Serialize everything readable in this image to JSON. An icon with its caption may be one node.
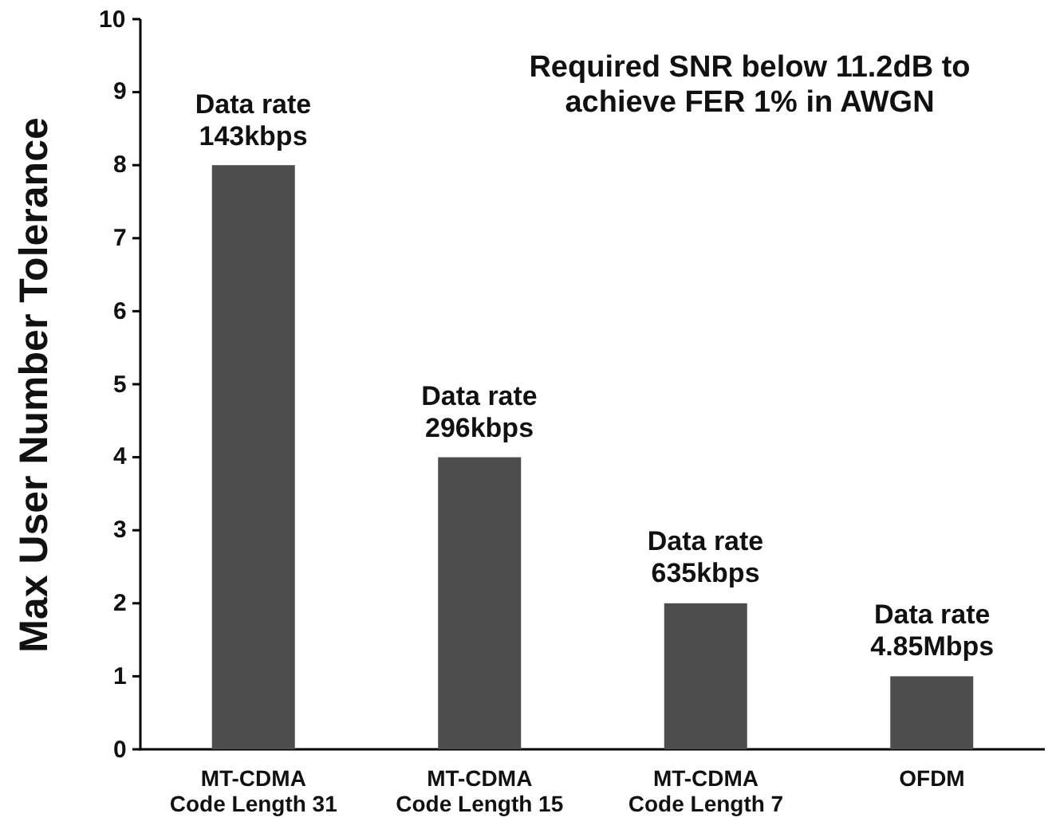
{
  "diagram": {
    "labels": [
      "Required SNR below 11.2dB to achieve FER 1% in AWGN"
    ],
    "chart_data": {
      "type": "bar",
      "ylabel": "Max User Number Tolerance",
      "categories": [
        "MT-CDMA Code Length 31",
        "MT-CDMA Code Length 15",
        "MT-CDMA Code Length 7",
        "OFDM"
      ],
      "values": [
        8,
        4,
        2,
        1
      ],
      "ylim": [
        0,
        10
      ],
      "yticks": [
        0,
        1,
        2,
        3,
        4,
        5,
        6,
        7,
        8,
        9,
        10
      ],
      "value_labels": [
        "Data rate 143kbps",
        "Data rate 296kbps",
        "Data rate 635kbps",
        "Data rate 4.85Mbps"
      ]
    }
  }
}
